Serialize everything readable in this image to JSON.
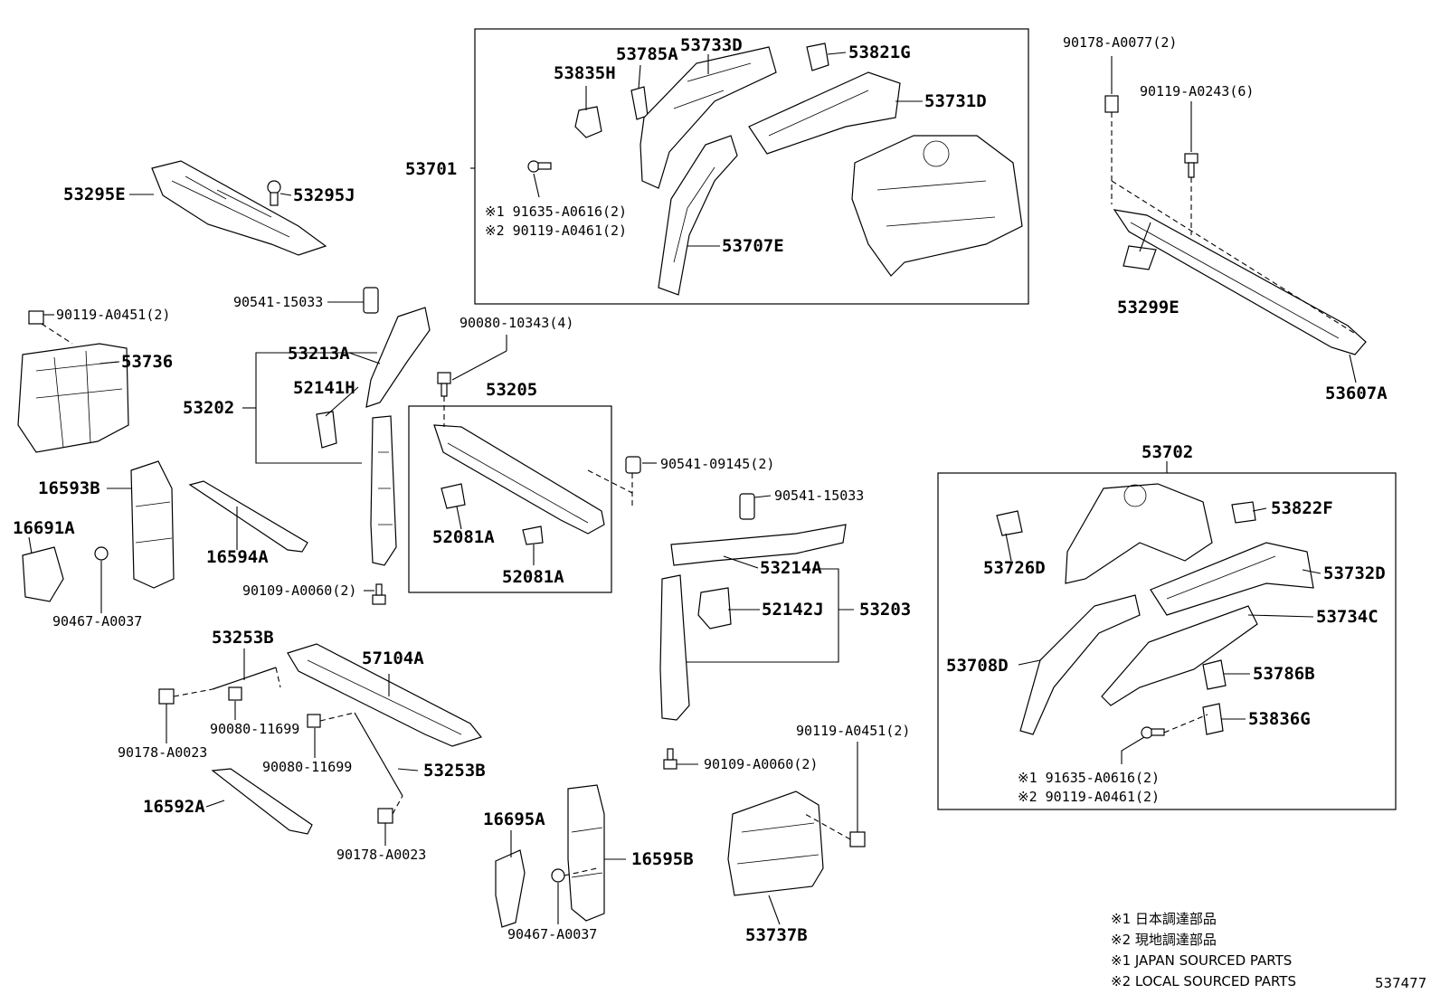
{
  "labels": {
    "p53701": "53701",
    "p53785A": "53785A",
    "p53733D": "53733D",
    "p53821G": "53821G",
    "p53835H": "53835H",
    "p53731D": "53731D",
    "p53707E": "53707E",
    "note1_91635": "※1 91635-A0616(2)",
    "note2_90119": "※2 90119-A0461(2)",
    "p53295E": "53295E",
    "p53295J": "53295J",
    "p90178_A0077": "90178-A0077(2)",
    "p90119_A0243": "90119-A0243(6)",
    "p53299E": "53299E",
    "p53607A": "53607A",
    "p90119_A0451_top": "90119-A0451(2)",
    "p53736": "53736",
    "p90541_15033_a": "90541-15033",
    "p53213A": "53213A",
    "p53202": "53202",
    "p52141H": "52141H",
    "p90080_10343": "90080-10343(4)",
    "p53205": "53205",
    "p90541_09145": "90541-09145(2)",
    "p52081A_1": "52081A",
    "p52081A_2": "52081A",
    "p16593B": "16593B",
    "p16691A": "16691A",
    "p16594A": "16594A",
    "p90467_A0037_a": "90467-A0037",
    "p90109_A0060_a": "90109-A0060(2)",
    "p90541_15033_b": "90541-15033",
    "p53214A": "53214A",
    "p52142J": "52142J",
    "p53203": "53203",
    "p53253B_a": "53253B",
    "p57104A": "57104A",
    "p90178_A0023_a": "90178-A0023",
    "p90080_11699_a": "90080-11699",
    "p90080_11699_b": "90080-11699",
    "p53253B_b": "53253B",
    "p16592A": "16592A",
    "p90178_A0023_b": "90178-A0023",
    "p90109_A0060_b": "90109-A0060(2)",
    "p16695A": "16695A",
    "p16595B": "16595B",
    "p90467_A0037_b": "90467-A0037",
    "p90119_A0451_bot": "90119-A0451(2)",
    "p53737B": "53737B",
    "p53702": "53702",
    "p53822F": "53822F",
    "p53726D": "53726D",
    "p53732D": "53732D",
    "p53734C": "53734C",
    "p53708D": "53708D",
    "p53786B": "53786B",
    "p53836G": "53836G",
    "note1_91635_b": "※1 91635-A0616(2)",
    "note2_90119_b": "※2 90119-A0461(2)"
  },
  "legend": {
    "line1": "※1  日本調達部品",
    "line2": "※2  現地調達部品",
    "line3": "※1  JAPAN SOURCED PARTS",
    "line4": "※2  LOCAL SOURCED PARTS"
  },
  "diagram_id": "537477"
}
